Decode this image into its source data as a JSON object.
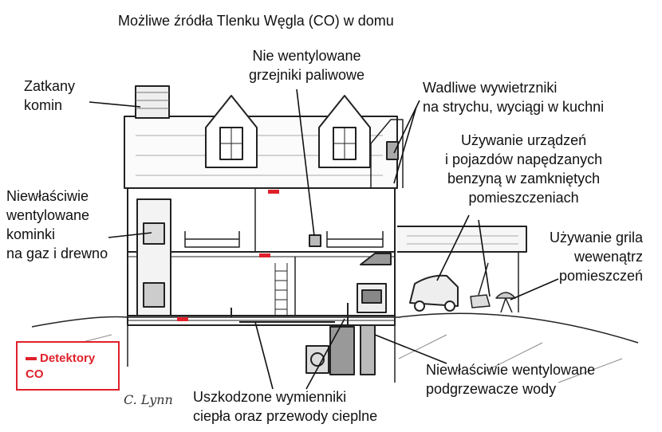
{
  "title": "Możliwe źródła Tlenku Węgla (CO) w domu",
  "labels": {
    "chimney": [
      "Zatkany",
      "komin"
    ],
    "fireplace": [
      "Niewłaściwie",
      "wentylowane",
      "kominki",
      "na gaz i drewno"
    ],
    "heaters": [
      "Nie wentylowane",
      "grzejniki paliwowe"
    ],
    "vents": [
      "Wadliwe wywietrzniki",
      "na strychu, wyciągi w kuchni"
    ],
    "vehicles": [
      "Używanie urządzeń",
      "i pojazdów napędzanych",
      "benzyną w zamkniętych",
      "pomieszczeniach"
    ],
    "grill": [
      "Używanie grila",
      "wewenątrz",
      "pomieszczeń"
    ],
    "water_heater": [
      "Niewłaściwie wentylowane",
      "podgrzewacze wody"
    ],
    "heat_exchanger": [
      "Uszkodzone wymienniki",
      "ciepła oraz przewody cieplne"
    ]
  },
  "legend": {
    "label_line1": "Detektory",
    "label_line2": "CO",
    "color": "#e0202a"
  },
  "signature": "C. Lynn"
}
